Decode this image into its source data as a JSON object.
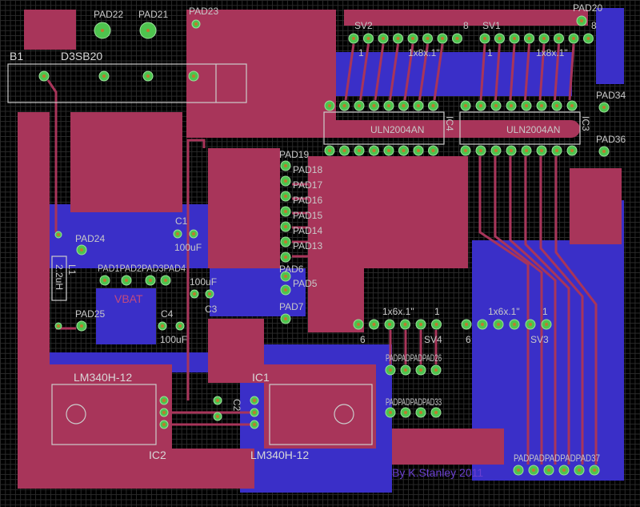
{
  "board": {
    "colors": {
      "top_copper": "#a8355a",
      "bottom_copper": "#3a2fc8",
      "pad": "#4ec44e",
      "silk": "#cccccc",
      "background": "#000000"
    },
    "labels": {
      "b1": "B1",
      "d3sb20": "D3SB20",
      "pad22": "PAD22",
      "pad21": "PAD21",
      "pad23": "PAD23",
      "pad20": "PAD20",
      "sv2": "SV2",
      "sv1": "SV1",
      "sv2_pin8": "8",
      "sv1_pin8": "8",
      "sv2_pin1": "1",
      "sv1_pin1": "1",
      "sv2_type": "1x8x.1\"",
      "sv1_type": "1x8x.1\"",
      "uln_left": "ULN2004AN",
      "uln_right": "ULN2004AN",
      "ic_left": "IC4",
      "ic_right": "IC3",
      "pad34": "PAD34",
      "pad36": "PAD36",
      "pad19": "PAD19",
      "pad18": "PAD18",
      "pad17": "PAD17",
      "pad16": "PAD16",
      "pad15": "PAD15",
      "pad14": "PAD14",
      "pad13": "PAD13",
      "pad6": "PAD6",
      "pad5": "PAD5",
      "pad7": "PAD7",
      "pad24": "PAD24",
      "pad25": "PAD25",
      "l1": "L1",
      "l1_value": "2.2uH",
      "pad1_4": "PAD1PAD2PAD3PAD4",
      "vbat": "VBAT",
      "c1": "C1",
      "c1_value": "100uF",
      "c3": "C3",
      "c3_value": "100uF",
      "c4": "C4",
      "c4_value": "100uF",
      "c2": "C2",
      "ic2_part": "LM340H-12",
      "ic2": "IC2",
      "ic1": "IC1",
      "ic1_part": "LM340H-12",
      "sv4_type": "1x6x.1\"",
      "sv4_pin1": "1",
      "sv4_pin6": "6",
      "sv4": "SV4",
      "sv3_type": "1x6x.1\"",
      "sv3_pin1": "1",
      "sv3_pin6": "6",
      "sv3": "SV3",
      "pad26": "PADPADPADPAD26",
      "pad33": "PADPADPADPAD33",
      "pad37": "PADPADPADPADPAD37",
      "signature": "By K.Stanley 2011"
    }
  }
}
